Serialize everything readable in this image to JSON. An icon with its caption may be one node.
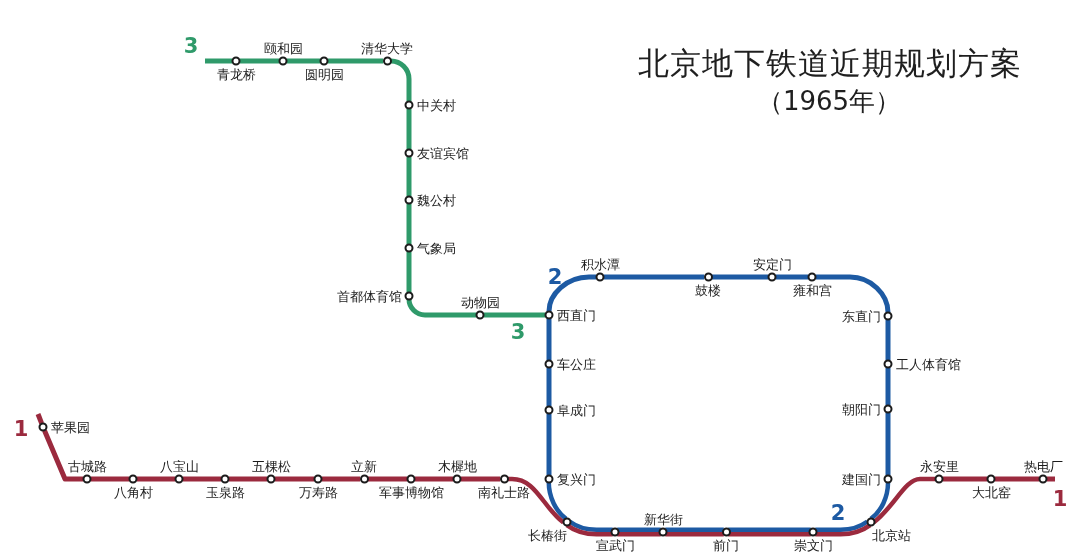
{
  "diagram": {
    "title": "北京地下铁道近期规划方案",
    "nodes": [
      {
        "text": [
          "青龙桥"
        ]
      },
      {
        "text": [
          "颐和园"
        ]
      },
      {
        "text": [
          "圆明园"
        ]
      },
      {
        "text": [
          "清华大学"
        ]
      },
      {
        "text": [
          "中关村"
        ]
      },
      {
        "text": [
          "友谊宾馆"
        ]
      },
      {
        "text": [
          "魏公村"
        ]
      },
      {
        "text": [
          "气象局"
        ]
      },
      {
        "text": [
          "首都体育馆"
        ]
      },
      {
        "text": [
          "动物园"
        ]
      },
      {
        "text": [
          "西直门"
        ]
      },
      {
        "text": [
          "积水潭"
        ]
      },
      {
        "text": [
          "鼓楼"
        ]
      },
      {
        "text": [
          "安定门"
        ]
      },
      {
        "text": [
          "雍和宫"
        ]
      },
      {
        "text": [
          "东直门"
        ]
      },
      {
        "text": [
          "工人体育馆"
        ]
      },
      {
        "text": [
          "朝阳门"
        ]
      },
      {
        "text": [
          "建国门"
        ]
      },
      {
        "text": [
          "北京站"
        ]
      },
      {
        "text": [
          "崇文门"
        ]
      },
      {
        "text": [
          "前门"
        ]
      },
      {
        "text": [
          "新华街"
        ]
      },
      {
        "text": [
          "宣武门"
        ]
      },
      {
        "text": [
          "长椿街"
        ]
      },
      {
        "text": [
          "复兴门"
        ]
      },
      {
        "text": [
          "阜成门"
        ]
      },
      {
        "text": [
          "车公庄"
        ]
      },
      {
        "text": [
          "苹果园"
        ]
      },
      {
        "text": [
          "古城路"
        ]
      },
      {
        "text": [
          "八角村"
        ]
      },
      {
        "text": [
          "八宝山"
        ]
      },
      {
        "text": [
          "玉泉路"
        ]
      },
      {
        "text": [
          "五棵松"
        ]
      },
      {
        "text": [
          "万寿路"
        ]
      },
      {
        "text": [
          "立新"
        ]
      },
      {
        "text": [
          "军事博物馆"
        ]
      },
      {
        "text": [
          "木樨地"
        ]
      },
      {
        "text": [
          "南礼士路"
        ]
      },
      {
        "text": [
          "永安里"
        ]
      },
      {
        "text": [
          "大北窑"
        ]
      },
      {
        "text": [
          "热电厂"
        ]
      }
    ],
    "edges": [
      {
        "from": null,
        "to": 0,
        "arrow": "none",
        "color": "#2f9a6a"
      },
      {
        "from": 0,
        "to": 1,
        "arrow": "none",
        "color": "#2f9a6a"
      },
      {
        "from": 1,
        "to": 2,
        "arrow": "none",
        "color": "#2f9a6a"
      },
      {
        "from": 2,
        "to": 3,
        "arrow": "none",
        "color": "#2f9a6a"
      },
      {
        "from": 3,
        "to": 4,
        "arrow": "none",
        "color": "#2f9a6a"
      },
      {
        "from": 4,
        "to": 5,
        "arrow": "none",
        "color": "#2f9a6a"
      },
      {
        "from": 5,
        "to": 6,
        "arrow": "none",
        "color": "#2f9a6a"
      },
      {
        "from": 6,
        "to": 7,
        "arrow": "none",
        "color": "#2f9a6a"
      },
      {
        "from": 7,
        "to": 8,
        "arrow": "none",
        "color": "#2f9a6a"
      },
      {
        "from": 8,
        "to": 9,
        "arrow": "none",
        "color": "#2f9a6a"
      },
      {
        "from": 9,
        "to": 10,
        "arrow": "none",
        "color": "#2f9a6a"
      },
      {
        "from": 10,
        "to": 11,
        "arrow": "none",
        "color": "#1d5aa3"
      },
      {
        "from": 11,
        "to": 12,
        "arrow": "none",
        "color": "#1d5aa3"
      },
      {
        "from": 12,
        "to": 13,
        "arrow": "none",
        "color": "#1d5aa3"
      },
      {
        "from": 13,
        "to": 14,
        "arrow": "none",
        "color": "#1d5aa3"
      },
      {
        "from": 14,
        "to": 15,
        "arrow": "none",
        "color": "#1d5aa3"
      },
      {
        "from": 15,
        "to": 16,
        "arrow": "none",
        "color": "#1d5aa3"
      },
      {
        "from": 16,
        "to": 17,
        "arrow": "none",
        "color": "#1d5aa3"
      },
      {
        "from": 17,
        "to": 18,
        "arrow": "none",
        "color": "#1d5aa3"
      },
      {
        "from": 18,
        "to": 19,
        "arrow": "none",
        "color": "#1d5aa3"
      },
      {
        "from": 19,
        "to": 20,
        "arrow": "none",
        "color": "#1d5aa3"
      },
      {
        "from": 20,
        "to": 21,
        "arrow": "none",
        "color": "#1d5aa3"
      },
      {
        "from": 21,
        "to": 22,
        "arrow": "none",
        "color": "#1d5aa3"
      },
      {
        "from": 22,
        "to": 23,
        "arrow": "none",
        "color": "#1d5aa3"
      },
      {
        "from": 23,
        "to": 24,
        "arrow": "none",
        "color": "#1d5aa3"
      },
      {
        "from": 24,
        "to": 25,
        "arrow": "none",
        "color": "#1d5aa3"
      },
      {
        "from": 25,
        "to": 26,
        "arrow": "none",
        "color": "#1d5aa3"
      },
      {
        "from": 26,
        "to": 27,
        "arrow": "none",
        "color": "#1d5aa3"
      },
      {
        "from": 27,
        "to": 10,
        "arrow": "none",
        "color": "#1d5aa3"
      },
      {
        "from": null,
        "to": 28,
        "arrow": "none",
        "color": "#9b2a3e"
      },
      {
        "from": 28,
        "to": 29,
        "arrow": "none",
        "color": "#9b2a3e"
      },
      {
        "from": 29,
        "to": 30,
        "arrow": "none",
        "color": "#9b2a3e"
      },
      {
        "from": 30,
        "to": 31,
        "arrow": "none",
        "color": "#9b2a3e"
      },
      {
        "from": 31,
        "to": 32,
        "arrow": "none",
        "color": "#9b2a3e"
      },
      {
        "from": 32,
        "to": 33,
        "arrow": "none",
        "color": "#9b2a3e"
      },
      {
        "from": 33,
        "to": 34,
        "arrow": "none",
        "color": "#9b2a3e"
      },
      {
        "from": 34,
        "to": 35,
        "arrow": "none",
        "color": "#9b2a3e"
      },
      {
        "from": 35,
        "to": 36,
        "arrow": "none",
        "color": "#9b2a3e"
      },
      {
        "from": 36,
        "to": 37,
        "arrow": "none",
        "color": "#9b2a3e"
      },
      {
        "from": 37,
        "to": 38,
        "arrow": "none",
        "color": "#9b2a3e"
      },
      {
        "from": 38,
        "to": 24,
        "arrow": "none",
        "color": "#9b2a3e"
      },
      {
        "from": 24,
        "to": 23,
        "arrow": "none",
        "color": "#9b2a3e"
      },
      {
        "from": 23,
        "to": 22,
        "arrow": "none",
        "color": "#9b2a3e"
      },
      {
        "from": 22,
        "to": 21,
        "arrow": "none",
        "color": "#9b2a3e"
      },
      {
        "from": 21,
        "to": 20,
        "arrow": "none",
        "color": "#9b2a3e"
      },
      {
        "from": 20,
        "to": 19,
        "arrow": "none",
        "color": "#9b2a3e"
      },
      {
        "from": 19,
        "to": 39,
        "arrow": "none",
        "color": "#9b2a3e"
      },
      {
        "from": 39,
        "to": 40,
        "arrow": "none",
        "color": "#9b2a3e"
      },
      {
        "from": 40,
        "to": 41,
        "arrow": "none",
        "color": "#9b2a3e"
      },
      {
        "from": 41,
        "to": null,
        "arrow": "none",
        "color": "#9b2a3e"
      }
    ],
    "labels": [
      "3",
      "（1965年）",
      "2",
      "3",
      "1",
      "1",
      "2"
    ]
  }
}
